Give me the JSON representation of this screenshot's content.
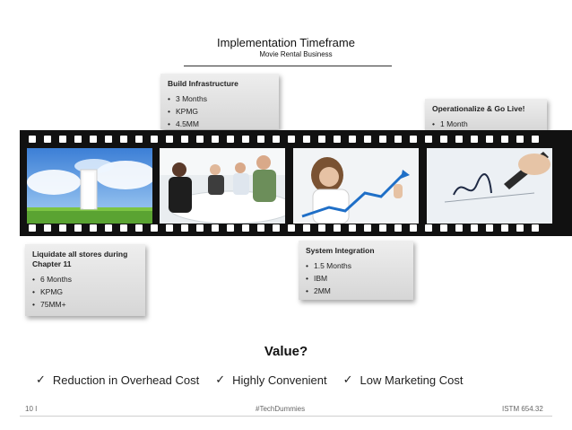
{
  "header": {
    "title": "Implementation Timeframe",
    "subtitle": "Movie Rental Business"
  },
  "callouts": {
    "build": {
      "title": "Build Infrastructure",
      "items": [
        "3 Months",
        "KPMG",
        "4.5MM"
      ]
    },
    "operationalize": {
      "title": "Operationalize & Go Live!",
      "items": [
        "1 Month"
      ]
    },
    "liquidate": {
      "title": "Liquidate all stores during Chapter 11",
      "items": [
        "6 Months",
        "KPMG",
        "75MM+"
      ]
    },
    "system": {
      "title": "System Integration",
      "items": [
        "1.5 Months",
        "IBM",
        "2MM"
      ]
    }
  },
  "value": {
    "heading": "Value?",
    "benefits": [
      "Reduction in Overhead Cost",
      "Highly Convenient",
      "Low Marketing Cost"
    ]
  },
  "footer": {
    "page": "10 I",
    "hashtag": "#TechDummies",
    "course": "ISTM 654.32"
  },
  "icons": {
    "check": "check-mark-icon",
    "bullet": "bullet-icon"
  }
}
